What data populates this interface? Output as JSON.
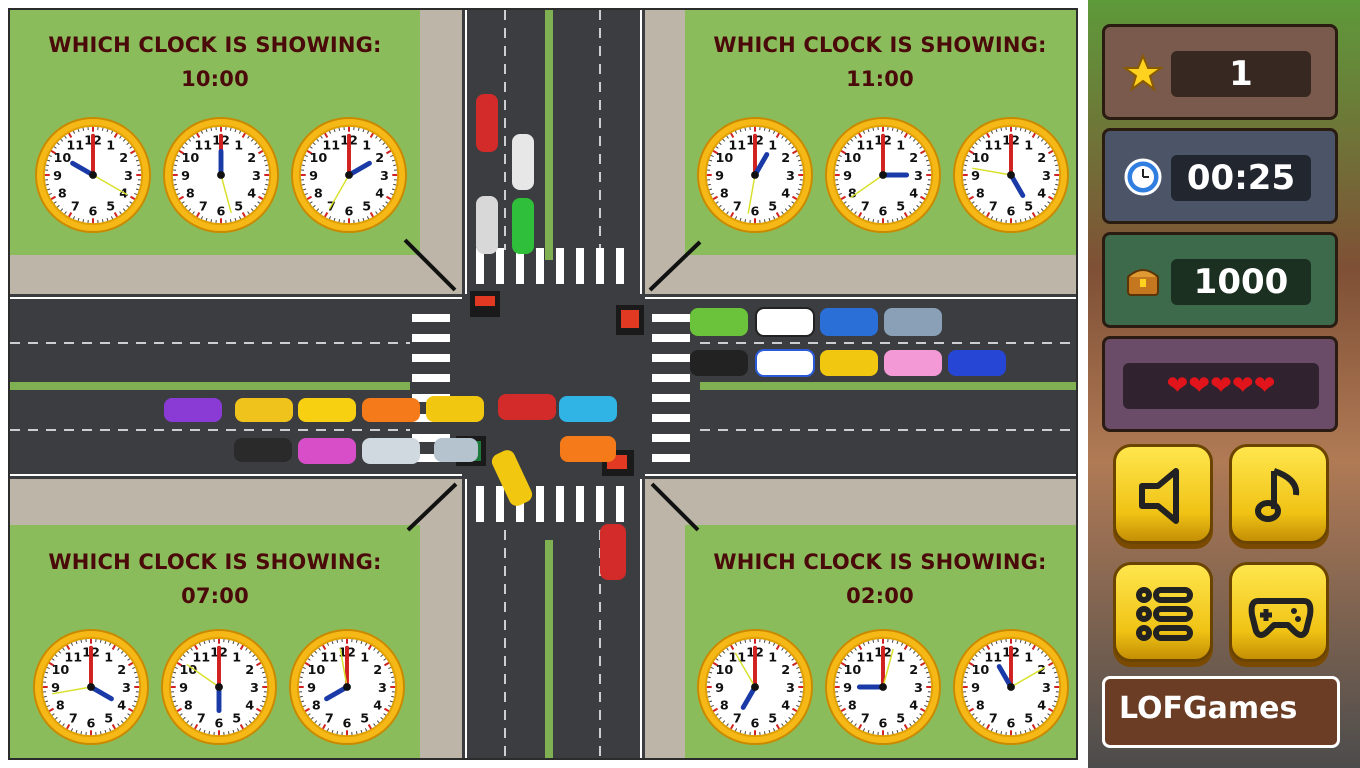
{
  "quadrants": [
    {
      "question": "WHICH CLOCK IS SHOWING:",
      "time": "10:00"
    },
    {
      "question": "WHICH CLOCK IS SHOWING:",
      "time": "11:00"
    },
    {
      "question": "WHICH CLOCK IS SHOWING:",
      "time": "07:00"
    },
    {
      "question": "WHICH CLOCK IS SHOWING:",
      "time": "02:00"
    }
  ],
  "hud": {
    "stars": "1",
    "timer": "00:25",
    "coins": "1000",
    "lives": 5
  },
  "logo": {
    "text": "LOFGames"
  },
  "icons": {
    "star": "star-icon",
    "clock": "alarm-clock-icon",
    "coins": "treasure-chest-icon",
    "heart": "heart-icon",
    "sound": "speaker-icon",
    "music": "music-note-icon",
    "menu": "list-icon",
    "games": "gamepad-icon"
  },
  "colors": {
    "grass": "#8bbc5c",
    "road": "#3b3d40",
    "sidewalk": "#bdb6a8",
    "question_text": "#4a0a0a",
    "button_yellow": "#f6d32a",
    "panel_brown": "#7a5a4c",
    "panel_blue": "#4c5568",
    "panel_green": "#3e6a4c",
    "panel_purple": "#6b4c68"
  }
}
